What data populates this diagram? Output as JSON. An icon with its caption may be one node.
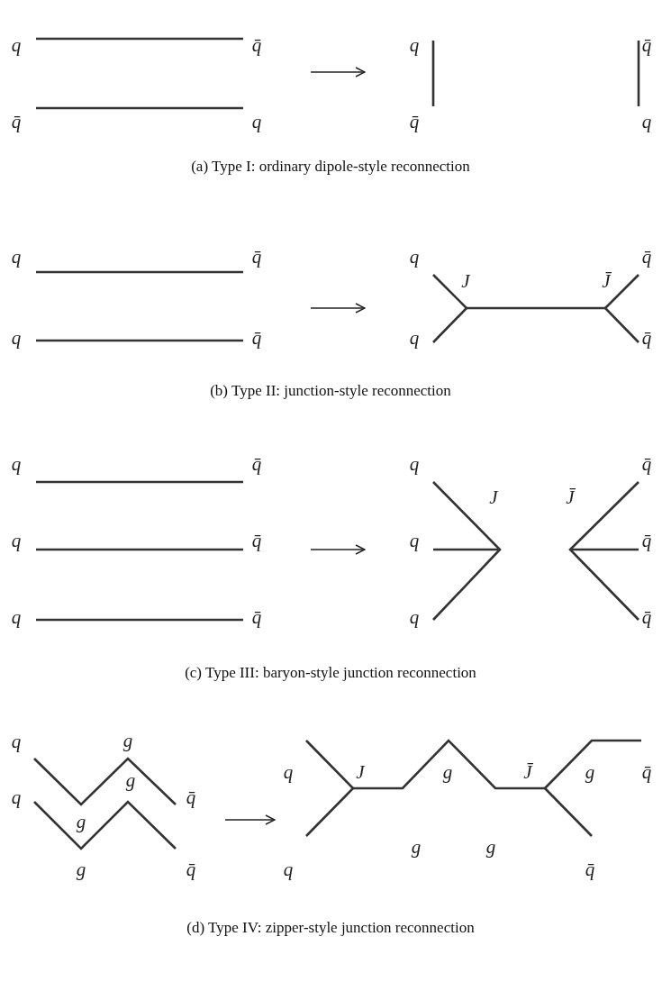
{
  "diagram": {
    "labels": [
      "q",
      "q̄",
      "q",
      "q̄",
      "q̄",
      "q",
      "q̄",
      "q",
      "(a) Type I: ordinary dipole-style reconnection",
      "q",
      "q̄",
      "q",
      "q̄",
      "J",
      "J̄",
      "q",
      "q̄",
      "q",
      "q̄",
      "(b) Type II: junction-style reconnection",
      "q",
      "q̄",
      "q",
      "q̄",
      "J",
      "J̄",
      "q",
      "q̄",
      "q",
      "q̄",
      "q",
      "q̄",
      "q",
      "q̄",
      "(c) Type III: baryon-style junction reconnection",
      "q",
      "g",
      "q",
      "g",
      "g",
      "q̄",
      "g",
      "q̄",
      "q",
      "J",
      "g",
      "J̄",
      "g",
      "q̄",
      "g",
      "g",
      "q",
      "q̄",
      "(d) Type IV: zipper-style junction reconnection"
    ]
  }
}
